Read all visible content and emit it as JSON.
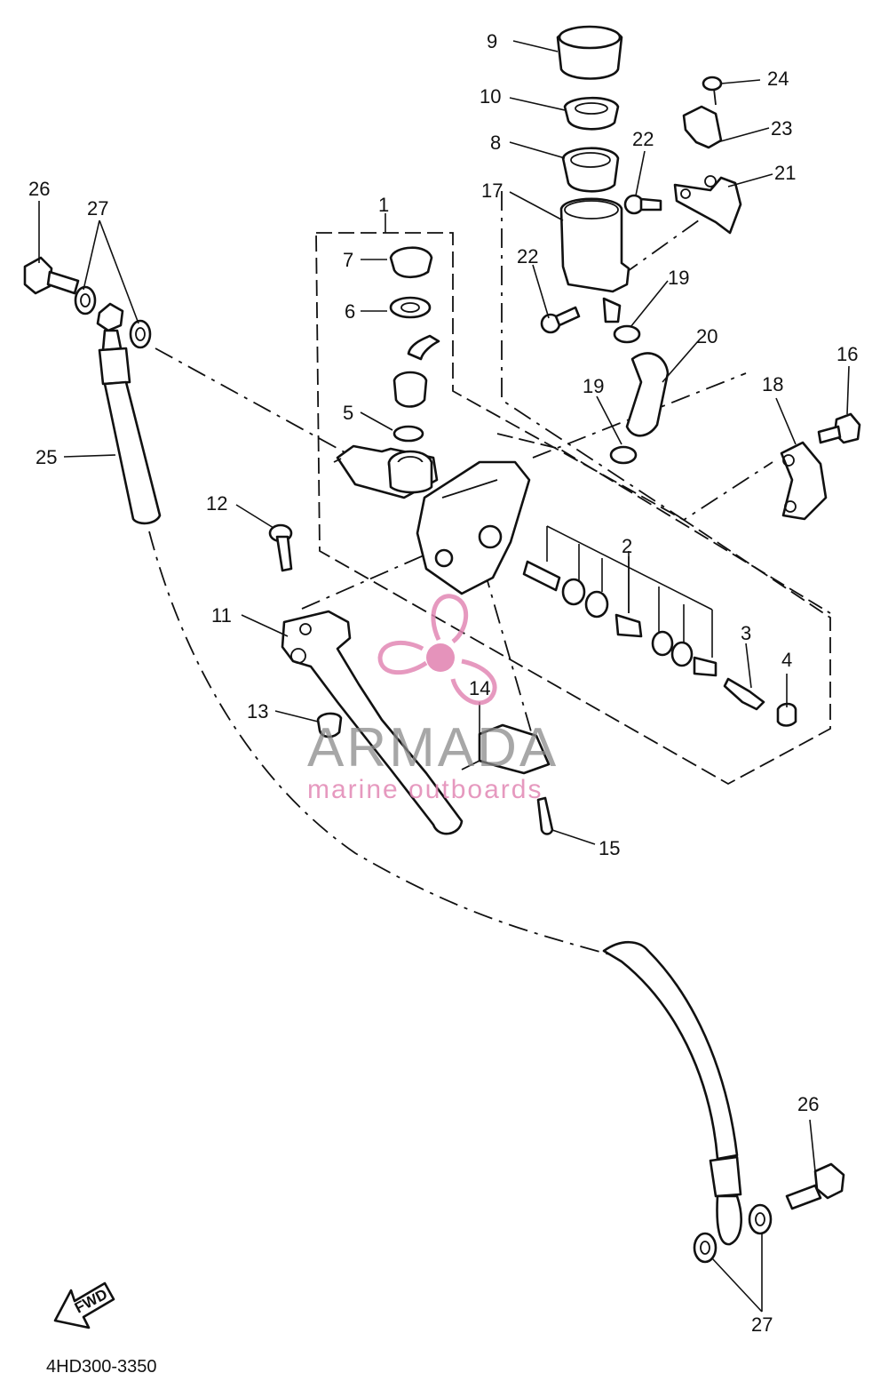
{
  "diagram": {
    "part_code": "4HD300-3350",
    "direction_label": "FWD",
    "callouts": [
      {
        "id": "c1",
        "label": "1"
      },
      {
        "id": "c2",
        "label": "2"
      },
      {
        "id": "c3",
        "label": "3"
      },
      {
        "id": "c4",
        "label": "4"
      },
      {
        "id": "c5",
        "label": "5"
      },
      {
        "id": "c6",
        "label": "6"
      },
      {
        "id": "c7",
        "label": "7"
      },
      {
        "id": "c8",
        "label": "8"
      },
      {
        "id": "c9",
        "label": "9"
      },
      {
        "id": "c10",
        "label": "10"
      },
      {
        "id": "c11",
        "label": "11"
      },
      {
        "id": "c12",
        "label": "12"
      },
      {
        "id": "c13",
        "label": "13"
      },
      {
        "id": "c14",
        "label": "14"
      },
      {
        "id": "c15",
        "label": "15"
      },
      {
        "id": "c16",
        "label": "16"
      },
      {
        "id": "c17",
        "label": "17"
      },
      {
        "id": "c18",
        "label": "18"
      },
      {
        "id": "c19a",
        "label": "19"
      },
      {
        "id": "c19b",
        "label": "19"
      },
      {
        "id": "c20",
        "label": "20"
      },
      {
        "id": "c21",
        "label": "21"
      },
      {
        "id": "c22a",
        "label": "22"
      },
      {
        "id": "c22b",
        "label": "22"
      },
      {
        "id": "c23",
        "label": "23"
      },
      {
        "id": "c24",
        "label": "24"
      },
      {
        "id": "c25",
        "label": "25"
      },
      {
        "id": "c26a",
        "label": "26"
      },
      {
        "id": "c26b",
        "label": "26"
      },
      {
        "id": "c27a",
        "label": "27"
      },
      {
        "id": "c27b",
        "label": "27"
      }
    ]
  },
  "watermark": {
    "brand": "ARMADA",
    "tagline": "marine outboards",
    "logo_icon": "propeller-logo-icon",
    "colors": {
      "logo": "#e287b4",
      "brand_text": "#8a8a8a"
    }
  }
}
